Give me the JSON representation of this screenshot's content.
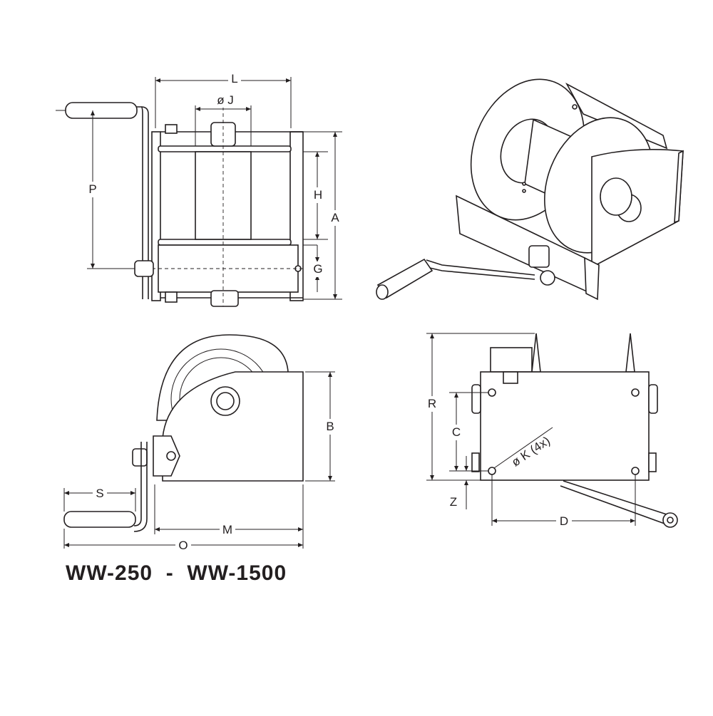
{
  "colors": {
    "line": "#231f20",
    "background": "#ffffff"
  },
  "title": "WW-250  -  WW-1500",
  "dimensions": {
    "L": "L",
    "J": "ø J",
    "P": "P",
    "H": "H",
    "A": "A",
    "G": "G",
    "B": "B",
    "S": "S",
    "M": "M",
    "O": "O",
    "R": "R",
    "C": "C",
    "K": "ø K (4x)",
    "Z": "Z",
    "D": "D"
  }
}
